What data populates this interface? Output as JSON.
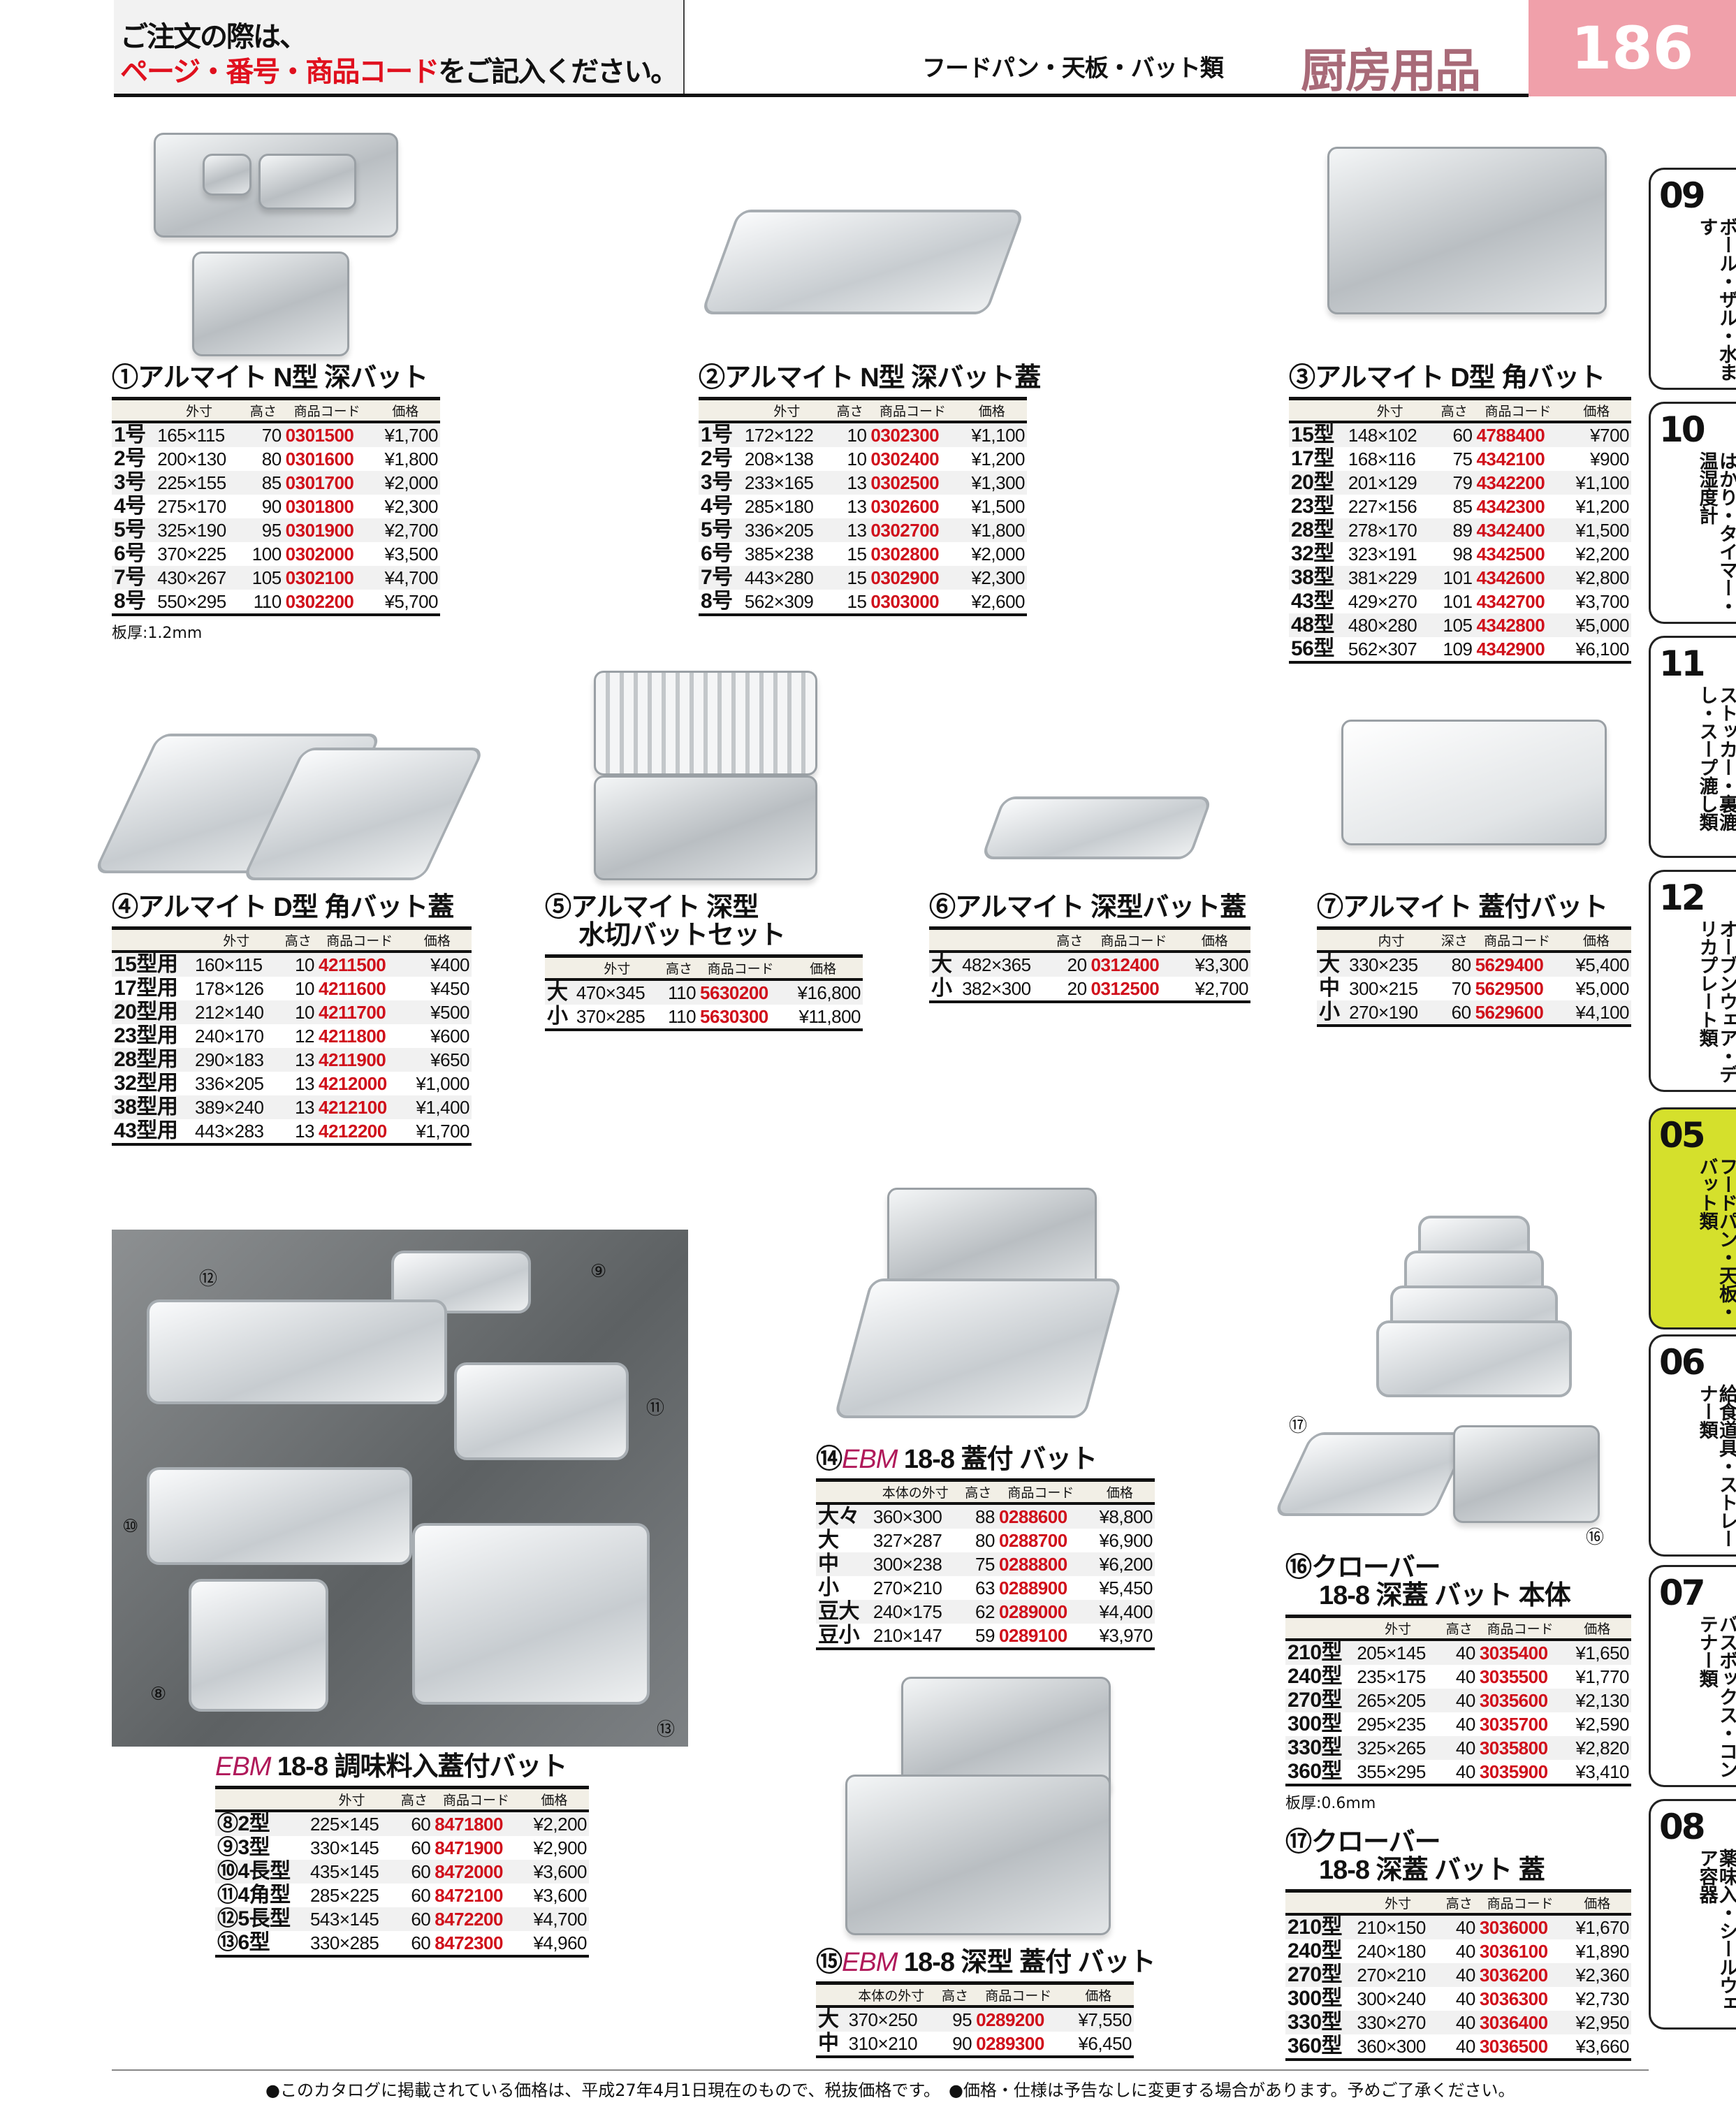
{
  "header": {
    "line1": "ご注文の際は、",
    "line2_red": "ページ・番号・商品コード",
    "line2_rest": "をご記入ください。",
    "category": "フードパン・天板・バット類",
    "section": "厨房用品",
    "page": "186"
  },
  "side_tabs": [
    {
      "num": "09",
      "label": "ボール・ザル・水ます"
    },
    {
      "num": "10",
      "label": "はかり・タイマー・温湿度計"
    },
    {
      "num": "11",
      "label": "ストッカー・裏漉し・スープ漉し類"
    },
    {
      "num": "12",
      "label": "オーブンウェア・デリカプレート類"
    },
    {
      "num": "05",
      "label": "フードパン・天板・バット類",
      "active": true
    },
    {
      "num": "06",
      "label": "給食道具・ストレーナー類"
    },
    {
      "num": "07",
      "label": "バスボックス・コンテナー類"
    },
    {
      "num": "08",
      "label": "薬味入・シールウェア容器"
    }
  ],
  "sections": [
    {
      "prefix": "①",
      "brand": "",
      "title": "アルマイト N型 深バット",
      "title2": "",
      "columns": [
        "",
        "外寸",
        "高さ",
        "商品コード",
        "価格"
      ],
      "rows": [
        [
          "1号",
          "165×115",
          "70",
          "0301500",
          "¥1,700"
        ],
        [
          "2号",
          "200×130",
          "80",
          "0301600",
          "¥1,800"
        ],
        [
          "3号",
          "225×155",
          "85",
          "0301700",
          "¥2,000"
        ],
        [
          "4号",
          "275×170",
          "90",
          "0301800",
          "¥2,300"
        ],
        [
          "5号",
          "325×190",
          "95",
          "0301900",
          "¥2,700"
        ],
        [
          "6号",
          "370×225",
          "100",
          "0302000",
          "¥3,500"
        ],
        [
          "7号",
          "430×267",
          "105",
          "0302100",
          "¥4,700"
        ],
        [
          "8号",
          "550×295",
          "110",
          "0302200",
          "¥5,700"
        ]
      ],
      "note": "板厚:1.2mm"
    },
    {
      "prefix": "②",
      "brand": "",
      "title": "アルマイト N型 深バット蓋",
      "title2": "",
      "columns": [
        "",
        "外寸",
        "高さ",
        "商品コード",
        "価格"
      ],
      "rows": [
        [
          "1号",
          "172×122",
          "10",
          "0302300",
          "¥1,100"
        ],
        [
          "2号",
          "208×138",
          "10",
          "0302400",
          "¥1,200"
        ],
        [
          "3号",
          "233×165",
          "13",
          "0302500",
          "¥1,300"
        ],
        [
          "4号",
          "285×180",
          "13",
          "0302600",
          "¥1,500"
        ],
        [
          "5号",
          "336×205",
          "13",
          "0302700",
          "¥1,800"
        ],
        [
          "6号",
          "385×238",
          "15",
          "0302800",
          "¥2,000"
        ],
        [
          "7号",
          "443×280",
          "15",
          "0302900",
          "¥2,300"
        ],
        [
          "8号",
          "562×309",
          "15",
          "0303000",
          "¥2,600"
        ]
      ],
      "note": ""
    },
    {
      "prefix": "③",
      "brand": "",
      "title": "アルマイト D型 角バット",
      "title2": "",
      "columns": [
        "",
        "外寸",
        "高さ",
        "商品コード",
        "価格"
      ],
      "rows": [
        [
          "15型",
          "148×102",
          "60",
          "4788400",
          "¥700"
        ],
        [
          "17型",
          "168×116",
          "75",
          "4342100",
          "¥900"
        ],
        [
          "20型",
          "201×129",
          "79",
          "4342200",
          "¥1,100"
        ],
        [
          "23型",
          "227×156",
          "85",
          "4342300",
          "¥1,200"
        ],
        [
          "28型",
          "278×170",
          "89",
          "4342400",
          "¥1,500"
        ],
        [
          "32型",
          "323×191",
          "98",
          "4342500",
          "¥2,200"
        ],
        [
          "38型",
          "381×229",
          "101",
          "4342600",
          "¥2,800"
        ],
        [
          "43型",
          "429×270",
          "101",
          "4342700",
          "¥3,700"
        ],
        [
          "48型",
          "480×280",
          "105",
          "4342800",
          "¥5,000"
        ],
        [
          "56型",
          "562×307",
          "109",
          "4342900",
          "¥6,100"
        ]
      ],
      "note": ""
    },
    {
      "prefix": "④",
      "brand": "",
      "title": "アルマイト D型 角バット蓋",
      "title2": "",
      "columns": [
        "",
        "外寸",
        "高さ",
        "商品コード",
        "価格"
      ],
      "rows": [
        [
          "15型用",
          "160×115",
          "10",
          "4211500",
          "¥400"
        ],
        [
          "17型用",
          "178×126",
          "10",
          "4211600",
          "¥450"
        ],
        [
          "20型用",
          "212×140",
          "10",
          "4211700",
          "¥500"
        ],
        [
          "23型用",
          "240×170",
          "12",
          "4211800",
          "¥600"
        ],
        [
          "28型用",
          "290×183",
          "13",
          "4211900",
          "¥650"
        ],
        [
          "32型用",
          "336×205",
          "13",
          "4212000",
          "¥1,000"
        ],
        [
          "38型用",
          "389×240",
          "13",
          "4212100",
          "¥1,400"
        ],
        [
          "43型用",
          "443×283",
          "13",
          "4212200",
          "¥1,700"
        ]
      ],
      "note": ""
    },
    {
      "prefix": "⑤",
      "brand": "",
      "title": "アルマイト 深型",
      "title2": "水切バットセット",
      "columns": [
        "",
        "外寸",
        "高さ",
        "商品コード",
        "価格"
      ],
      "rows": [
        [
          "大",
          "470×345",
          "110",
          "5630200",
          "¥16,800"
        ],
        [
          "小",
          "370×285",
          "110",
          "5630300",
          "¥11,800"
        ]
      ],
      "note": ""
    },
    {
      "prefix": "⑥",
      "brand": "",
      "title": "アルマイト 深型バット蓋",
      "title2": "",
      "columns": [
        "",
        "",
        "高さ",
        "商品コード",
        "価格"
      ],
      "rows": [
        [
          "大",
          "482×365",
          "20",
          "0312400",
          "¥3,300"
        ],
        [
          "小",
          "382×300",
          "20",
          "0312500",
          "¥2,700"
        ]
      ],
      "note": ""
    },
    {
      "prefix": "⑦",
      "brand": "",
      "title": "アルマイト 蓋付バット",
      "title2": "",
      "columns": [
        "",
        "内寸",
        "深さ",
        "商品コード",
        "価格"
      ],
      "rows": [
        [
          "大",
          "330×235",
          "80",
          "5629400",
          "¥5,400"
        ],
        [
          "中",
          "300×215",
          "70",
          "5629500",
          "¥5,000"
        ],
        [
          "小",
          "270×190",
          "60",
          "5629600",
          "¥4,100"
        ]
      ],
      "note": ""
    },
    {
      "prefix": "",
      "brand": "EBM",
      "title": " 18-8 調味料入蓋付バット",
      "title2": "",
      "columns": [
        "",
        "外寸",
        "高さ",
        "商品コード",
        "価格"
      ],
      "rows": [
        [
          "⑧2型",
          "225×145",
          "60",
          "8471800",
          "¥2,200"
        ],
        [
          "⑨3型",
          "330×145",
          "60",
          "8471900",
          "¥2,900"
        ],
        [
          "⑩4長型",
          "435×145",
          "60",
          "8472000",
          "¥3,600"
        ],
        [
          "⑪4角型",
          "285×225",
          "60",
          "8472100",
          "¥3,600"
        ],
        [
          "⑫5長型",
          "543×145",
          "60",
          "8472200",
          "¥4,700"
        ],
        [
          "⑬6型",
          "330×285",
          "60",
          "8472300",
          "¥4,960"
        ]
      ],
      "note": ""
    },
    {
      "prefix": "⑭",
      "brand": "EBM",
      "title": " 18-8 蓋付 バット",
      "title2": "",
      "columns": [
        "",
        "本体の外寸",
        "高さ",
        "商品コード",
        "価格"
      ],
      "rows": [
        [
          "大々",
          "360×300",
          "88",
          "0288600",
          "¥8,800"
        ],
        [
          "大",
          "327×287",
          "80",
          "0288700",
          "¥6,900"
        ],
        [
          "中",
          "300×238",
          "75",
          "0288800",
          "¥6,200"
        ],
        [
          "小",
          "270×210",
          "63",
          "0288900",
          "¥5,450"
        ],
        [
          "豆大",
          "240×175",
          "62",
          "0289000",
          "¥4,400"
        ],
        [
          "豆小",
          "210×147",
          "59",
          "0289100",
          "¥3,970"
        ]
      ],
      "note": ""
    },
    {
      "prefix": "⑮",
      "brand": "EBM",
      "title": " 18-8 深型 蓋付 バット",
      "title2": "",
      "columns": [
        "",
        "本体の外寸",
        "高さ",
        "商品コード",
        "価格"
      ],
      "rows": [
        [
          "大",
          "370×250",
          "95",
          "0289200",
          "¥7,550"
        ],
        [
          "中",
          "310×210",
          "90",
          "0289300",
          "¥6,450"
        ]
      ],
      "note": ""
    },
    {
      "prefix": "⑯",
      "brand": "",
      "title": "クローバー",
      "title2": "18-8 深蓋 バット 本体",
      "columns": [
        "",
        "外寸",
        "高さ",
        "商品コード",
        "価格"
      ],
      "rows": [
        [
          "210型",
          "205×145",
          "40",
          "3035400",
          "¥1,650"
        ],
        [
          "240型",
          "235×175",
          "40",
          "3035500",
          "¥1,770"
        ],
        [
          "270型",
          "265×205",
          "40",
          "3035600",
          "¥2,130"
        ],
        [
          "300型",
          "295×235",
          "40",
          "3035700",
          "¥2,590"
        ],
        [
          "330型",
          "325×265",
          "40",
          "3035800",
          "¥2,820"
        ],
        [
          "360型",
          "355×295",
          "40",
          "3035900",
          "¥3,410"
        ]
      ],
      "note": "板厚:0.6mm"
    },
    {
      "prefix": "⑰",
      "brand": "",
      "title": "クローバー",
      "title2": "18-8 深蓋 バット 蓋",
      "columns": [
        "",
        "外寸",
        "高さ",
        "商品コード",
        "価格"
      ],
      "rows": [
        [
          "210型",
          "210×150",
          "40",
          "3036000",
          "¥1,670"
        ],
        [
          "240型",
          "240×180",
          "40",
          "3036100",
          "¥1,890"
        ],
        [
          "270型",
          "270×210",
          "40",
          "3036200",
          "¥2,360"
        ],
        [
          "300型",
          "300×240",
          "40",
          "3036300",
          "¥2,730"
        ],
        [
          "330型",
          "330×270",
          "40",
          "3036400",
          "¥2,950"
        ],
        [
          "360型",
          "360×300",
          "40",
          "3036500",
          "¥3,660"
        ]
      ],
      "note": ""
    }
  ],
  "image_labels": {
    "photo": [
      "⑫",
      "⑨",
      "⑪",
      "⑩",
      "⑧",
      "⑬"
    ],
    "clover": [
      "⑰",
      "⑯"
    ]
  },
  "footer": [
    "●このカタログに掲載されている価格は、平成27年4月1日現在のもので、税抜価格です。",
    "●価格・仕様は予告なしに変更する場合があります。予めご了承ください。"
  ],
  "colors": {
    "code_red": "#d0101b",
    "brand": "#b0195a",
    "page_pink": "#f0a0aa",
    "active_tab": "#d5e02c"
  }
}
